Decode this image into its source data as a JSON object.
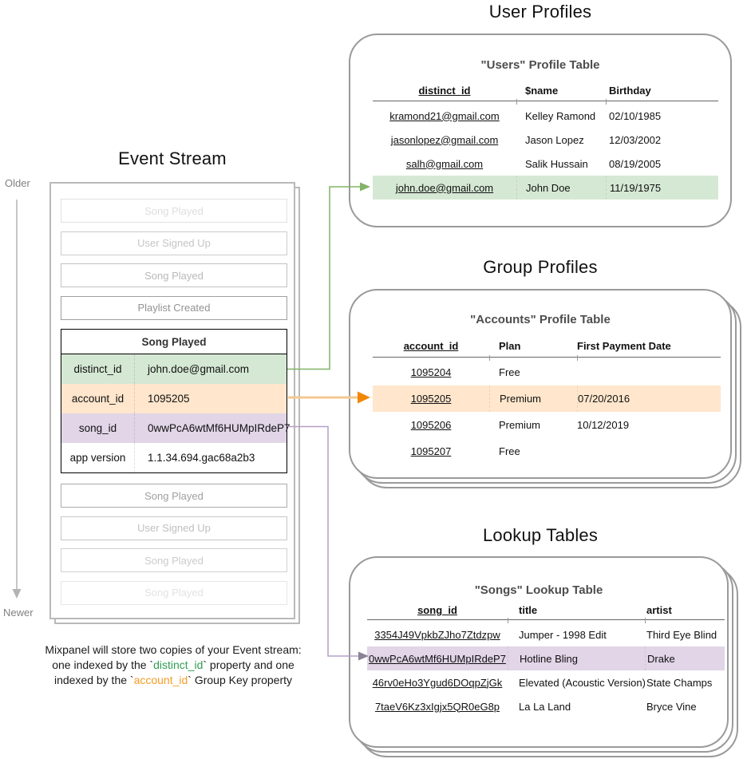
{
  "event_stream": {
    "title": "Event Stream",
    "older_label": "Older",
    "newer_label": "Newer",
    "events_before": [
      {
        "label": "Song Played",
        "opacity": 0.25
      },
      {
        "label": "User Signed Up",
        "opacity": 0.45
      },
      {
        "label": "Song Played",
        "opacity": 0.55
      },
      {
        "label": "Playlist Created",
        "opacity": 0.85
      }
    ],
    "expanded_event": {
      "title": "Song Played",
      "properties": [
        {
          "key": "distinct_id",
          "value": "john.doe@gmail.com",
          "highlight": "green"
        },
        {
          "key": "account_id",
          "value": "1095205",
          "highlight": "orange"
        },
        {
          "key": "song_id",
          "value": "0wwPcA6wtMf6HUMpIRdeP7",
          "highlight": "purple"
        },
        {
          "key": "app version",
          "value": "1.1.34.694.gac68a2b3",
          "highlight": "none"
        }
      ]
    },
    "events_after": [
      {
        "label": "Song Played",
        "opacity": 0.75
      },
      {
        "label": "User Signed Up",
        "opacity": 0.5
      },
      {
        "label": "Song Played",
        "opacity": 0.4
      },
      {
        "label": "Song Played",
        "opacity": 0.22
      }
    ],
    "caption_line1": "Mixpanel will store two copies of your Event stream:",
    "caption_line2_pre": "one indexed by the `",
    "caption_line2_code": "distinct_id",
    "caption_line2_post": "` property and one",
    "caption_line3_pre": "indexed by the `",
    "caption_line3_code": "account_id",
    "caption_line3_post": "` Group Key property"
  },
  "user_profiles": {
    "section_title": "User Profiles",
    "table_title": "\"Users\" Profile Table",
    "columns": [
      "distinct_id",
      "$name",
      "Birthday"
    ],
    "rows": [
      {
        "cells": [
          "kramond21@gmail.com",
          "Kelley Ramond",
          "02/10/1985"
        ],
        "highlighted": false
      },
      {
        "cells": [
          "jasonlopez@gmail.com",
          "Jason Lopez",
          "12/03/2002"
        ],
        "highlighted": false
      },
      {
        "cells": [
          "salh@gmail.com",
          "Salik Hussain",
          "08/19/2005"
        ],
        "highlighted": false
      },
      {
        "cells": [
          "john.doe@gmail.com",
          "John Doe",
          "11/19/1975"
        ],
        "highlighted": true
      }
    ],
    "highlight_color": "#d5e8d4"
  },
  "group_profiles": {
    "section_title": "Group Profiles",
    "table_title": "\"Accounts\" Profile Table",
    "columns": [
      "account_id",
      "Plan",
      "First Payment Date"
    ],
    "rows": [
      {
        "cells": [
          "1095204",
          "Free",
          ""
        ],
        "highlighted": false
      },
      {
        "cells": [
          "1095205",
          "Premium",
          "07/20/2016"
        ],
        "highlighted": true
      },
      {
        "cells": [
          "1095206",
          "Premium",
          "10/12/2019"
        ],
        "highlighted": false
      },
      {
        "cells": [
          "1095207",
          "Free",
          ""
        ],
        "highlighted": false
      }
    ],
    "highlight_color": "#ffe6cc"
  },
  "lookup_tables": {
    "section_title": "Lookup Tables",
    "table_title": "\"Songs\" Lookup Table",
    "columns": [
      "song_id",
      "title",
      "artist"
    ],
    "rows": [
      {
        "cells": [
          "3354J49VpkbZJho7Ztdzpw",
          "Jumper - 1998 Edit",
          "Third Eye Blind"
        ],
        "highlighted": false
      },
      {
        "cells": [
          "0wwPcA6wtMf6HUMpIRdeP7",
          "Hotline Bling",
          "Drake"
        ],
        "highlighted": true
      },
      {
        "cells": [
          "46rv0eHo3Ygud6DOqpZjGk",
          "Elevated (Acoustic Version)",
          "State Champs"
        ],
        "highlighted": false
      },
      {
        "cells": [
          "7taeV6Kz3xIgjx5QR0eG8p",
          "La La Land",
          "Bryce Vine"
        ],
        "highlighted": false
      }
    ],
    "highlight_color": "#e1d5e7"
  },
  "colors": {
    "green_fill": "#d5e8d4",
    "green_stroke": "#82b366",
    "orange_fill": "#ffe6cc",
    "orange_line": "#f3c890",
    "orange_arrowhead": "#f28705",
    "purple_fill": "#e1d5e7",
    "purple_line": "#b3a0c7",
    "purple_arrowhead": "#8c8496",
    "timeline_gray": "#b3b3b3",
    "caption_green": "#2e9e50",
    "caption_orange": "#f59c27"
  }
}
